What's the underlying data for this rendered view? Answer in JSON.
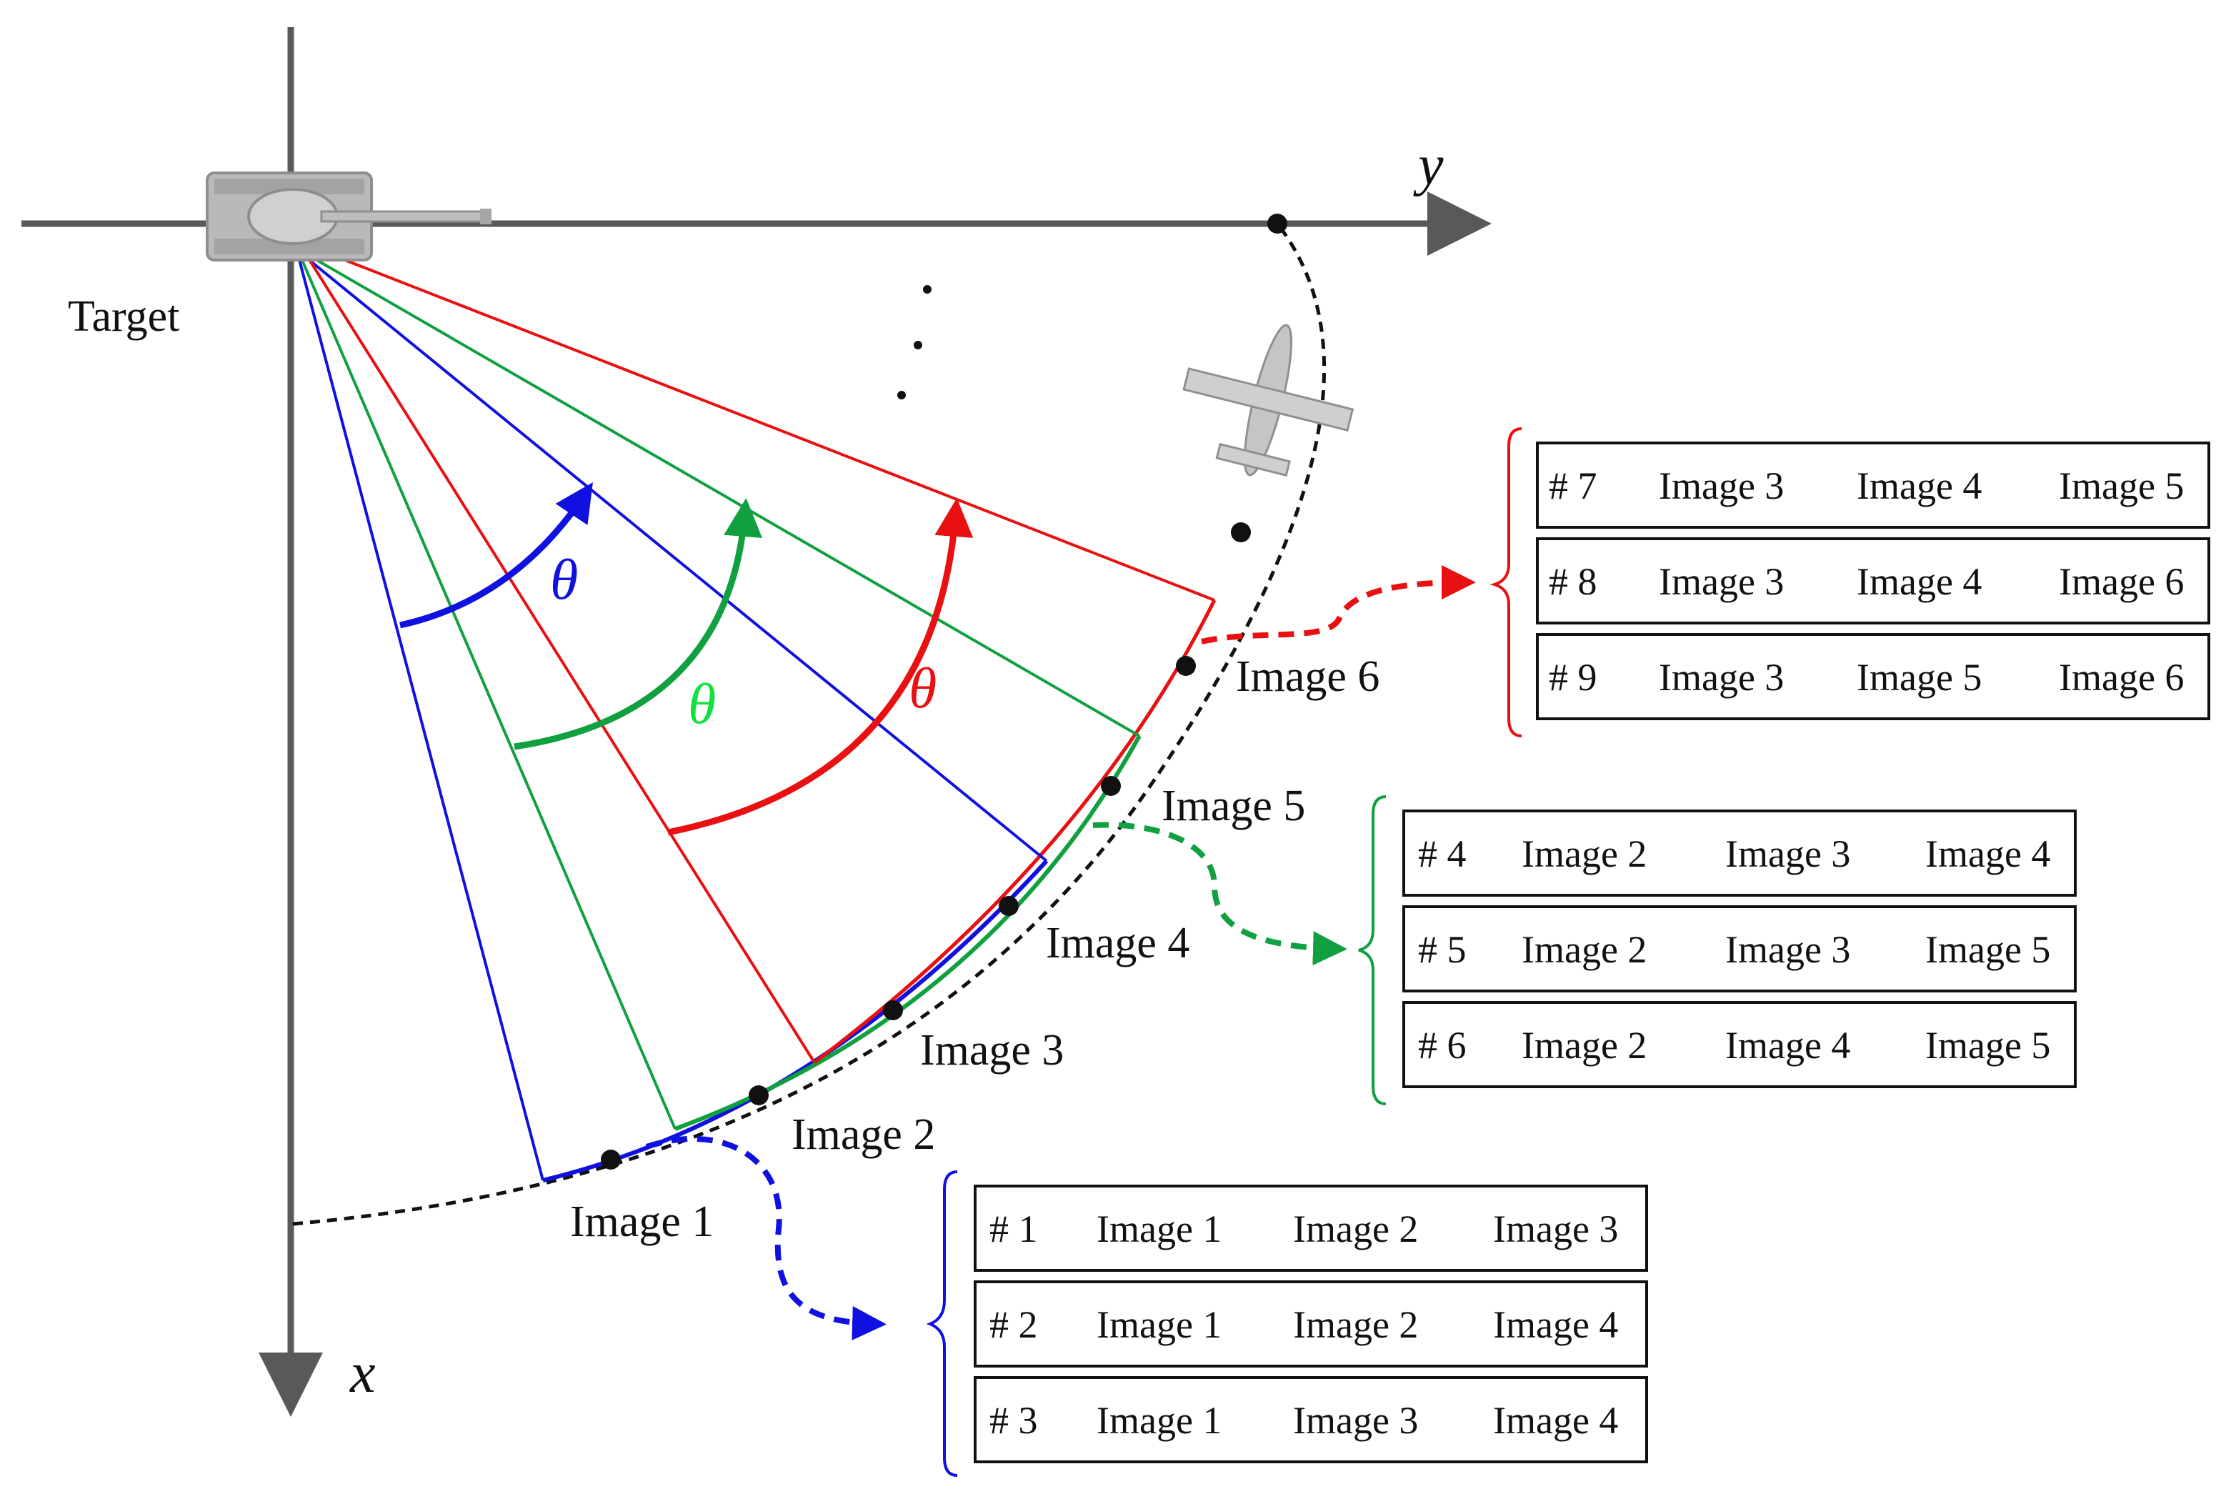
{
  "axes": {
    "x_label": "x",
    "y_label": "y"
  },
  "target_label": "Target",
  "theta_symbol": "θ",
  "images": [
    "Image 1",
    "Image 2",
    "Image 3",
    "Image 4",
    "Image 5",
    "Image 6"
  ],
  "colors": {
    "blue": "#1010e0",
    "green": "#10a040",
    "red": "#e81010",
    "axis": "#595959"
  },
  "groups": [
    {
      "color_key": "blue",
      "rows": [
        [
          "# 1",
          "Image 1",
          "Image 2",
          "Image 3"
        ],
        [
          "# 2",
          "Image 1",
          "Image 2",
          "Image 4"
        ],
        [
          "# 3",
          "Image 1",
          "Image 3",
          "Image 4"
        ]
      ]
    },
    {
      "color_key": "green",
      "rows": [
        [
          "# 4",
          "Image 2",
          "Image 3",
          "Image 4"
        ],
        [
          "# 5",
          "Image 2",
          "Image 3",
          "Image 5"
        ],
        [
          "# 6",
          "Image 2",
          "Image 4",
          "Image 5"
        ]
      ]
    },
    {
      "color_key": "red",
      "rows": [
        [
          "# 7",
          "Image 3",
          "Image 4",
          "Image 5"
        ],
        [
          "# 8",
          "Image 3",
          "Image 4",
          "Image 6"
        ],
        [
          "# 9",
          "Image 3",
          "Image 5",
          "Image 6"
        ]
      ]
    }
  ]
}
